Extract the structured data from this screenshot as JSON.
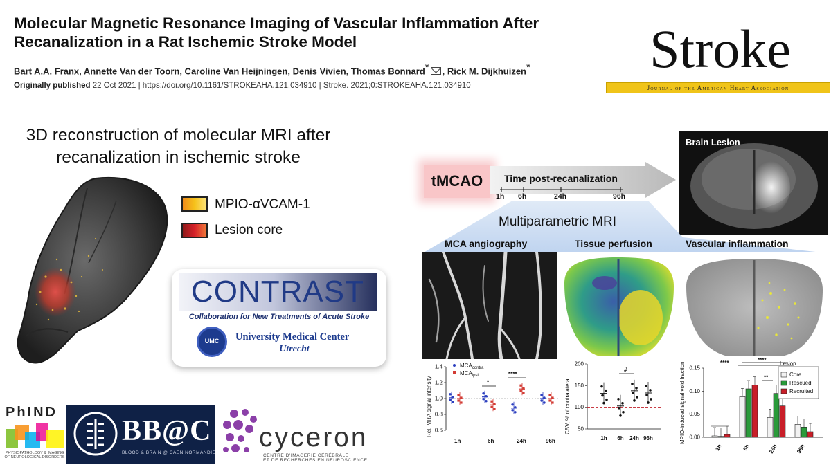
{
  "paper": {
    "title": "Molecular Magnetic Resonance Imaging of Vascular Inflammation After Recanalization in a Rat Ischemic Stroke Model",
    "authors": "Bart A.A. Franx, Annette Van der Toorn, Caroline Van Heijningen, Denis Vivien, Thomas Bonnard",
    "corresponding_mark": "*",
    "last_author": "Rick M. Dijkhuizen",
    "published_label": "Originally published",
    "published_rest": "22 Oct 2021 | https://doi.org/10.1161/STROKEAHA.121.034910 | Stroke. 2021;0:STROKEAHA.121.034910"
  },
  "journal": {
    "name": "Stroke",
    "tagline": "Journal of the American Heart Association",
    "bar_color": "#f0c419"
  },
  "abstract_left": {
    "heading": "3D reconstruction of molecular MRI after recanalization in ischemic stroke",
    "legend": [
      {
        "label": "MPIO-αVCAM-1",
        "color": "#f6c21a"
      },
      {
        "label": "Lesion core",
        "color": "#d7222a"
      }
    ]
  },
  "contrast_logo": {
    "name": "CONTRAST",
    "subtitle": "Collaboration for New Treatments of Acute Stroke",
    "umc_badge": "UMC",
    "umc_name": "University Medical Center",
    "umc_city": "Utrecht"
  },
  "logos": {
    "phind_name": "PhIND",
    "phind_sub": "PHYSIOPATHOLOGY & IMAGING OF NEUROLOGICAL DISORDERS",
    "bbac_name": "BB@C",
    "bbac_sub": "BLOOD & BRAIN @ CAEN NORMANDIE",
    "cyceron_name": "cyceron",
    "cyceron_sub_1": "CENTRE D'IMAGERIE CÉRÉBRALE",
    "cyceron_sub_2": "ET DE RECHERCHES EN NEUROSCIENCE"
  },
  "timeline": {
    "model": "tMCAO",
    "label": "Time post-recanalization",
    "ticks": [
      "1h",
      "6h",
      "24h",
      "96h"
    ],
    "inset_label": "Brain Lesion",
    "multiparametric": "Multiparametric MRI"
  },
  "columns": {
    "angio": "MCA angiography",
    "perfusion": "Tissue perfusion",
    "inflammation": "Vascular inflammation"
  },
  "chart_data": [
    {
      "type": "scatter",
      "ylabel": "Rel. MRA signal intensity",
      "categories": [
        "1h",
        "6h",
        "24h",
        "96h"
      ],
      "ylim": [
        0.6,
        1.4
      ],
      "yticks": [
        "0.6",
        "0.8",
        "1.0",
        "1.2",
        "1.4"
      ],
      "reference_line": 1.0,
      "series": [
        {
          "name": "MCA",
          "name_sub": "contra",
          "color": "#2c3fbf",
          "values": [
            1.01,
            1.02,
            0.88,
            1.0
          ]
        },
        {
          "name": "MCA",
          "name_sub": "ipsi",
          "color": "#d33b34",
          "values": [
            1.0,
            0.92,
            1.12,
            1.0
          ]
        }
      ],
      "annotations": [
        "*",
        "****"
      ]
    },
    {
      "type": "scatter",
      "ylabel": "CBV, % of contralateral",
      "categories": [
        "1h",
        "6h",
        "24h",
        "96h"
      ],
      "ylim": [
        50,
        200
      ],
      "yticks": [
        "50",
        "100",
        "150",
        "200"
      ],
      "reference_line": 100,
      "series": [
        {
          "color": "#111111",
          "values": [
            132,
            103,
            138,
            133
          ]
        }
      ],
      "annotations": [
        "#"
      ]
    },
    {
      "type": "bar",
      "ylabel": "MPIO-induced signal void fraction",
      "categories": [
        "1h",
        "6h",
        "24h",
        "96h"
      ],
      "ylim": [
        0,
        0.15
      ],
      "yticks": [
        "0.00",
        "0.05",
        "0.10",
        "0.15"
      ],
      "legend_title": "Lesion",
      "series": [
        {
          "name": "Core",
          "color": "#f2f2f2",
          "values": [
            0.003,
            0.088,
            0.043,
            0.028
          ]
        },
        {
          "name": "Rescued",
          "color": "#2a9a3a",
          "values": [
            0.002,
            0.105,
            0.095,
            0.022
          ]
        },
        {
          "name": "Recruited",
          "color": "#c81e28",
          "values": [
            0.006,
            0.113,
            0.068,
            0.012
          ]
        }
      ],
      "annotations": [
        "****",
        "****",
        "**"
      ]
    }
  ]
}
